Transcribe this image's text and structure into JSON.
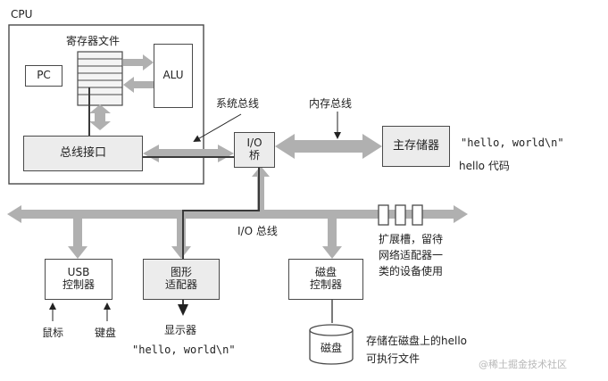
{
  "cpu": {
    "label": "CPU"
  },
  "register_file": {
    "label": "寄存器文件"
  },
  "pc": {
    "label": "PC"
  },
  "alu": {
    "label": "ALU"
  },
  "bus_interface": {
    "label": "总线接口"
  },
  "io_bridge": {
    "label_line1": "I/O",
    "label_line2": "桥"
  },
  "main_memory": {
    "label": "主存储器"
  },
  "buses": {
    "system_bus": "系统总线",
    "memory_bus": "内存总线",
    "io_bus": "I/O 总线"
  },
  "memory_contents": {
    "string": "\"hello, world\\n\"",
    "code": "hello 代码"
  },
  "usb_controller": {
    "line1": "USB",
    "line2": "控制器"
  },
  "graphics_adapter": {
    "line1": "图形",
    "line2": "适配器"
  },
  "disk_controller": {
    "line1": "磁盘",
    "line2": "控制器"
  },
  "expansion_slots": {
    "line1": "扩展槽，留待",
    "line2": "网络适配器一",
    "line3": "类的设备使用"
  },
  "devices": {
    "mouse": "鼠标",
    "keyboard": "键盘",
    "display": "显示器",
    "disk": "磁盘"
  },
  "display_output": "\"hello, world\\n\"",
  "disk_note": {
    "line1": "存储在磁盘上的hello",
    "line2": "可执行文件"
  },
  "watermark": "@稀土掘金技术社区",
  "colors": {
    "bus_gray": "#b0b0b0",
    "box_shade": "#ececec",
    "outline": "#4a4a4a",
    "path": "#3a3a3a"
  }
}
